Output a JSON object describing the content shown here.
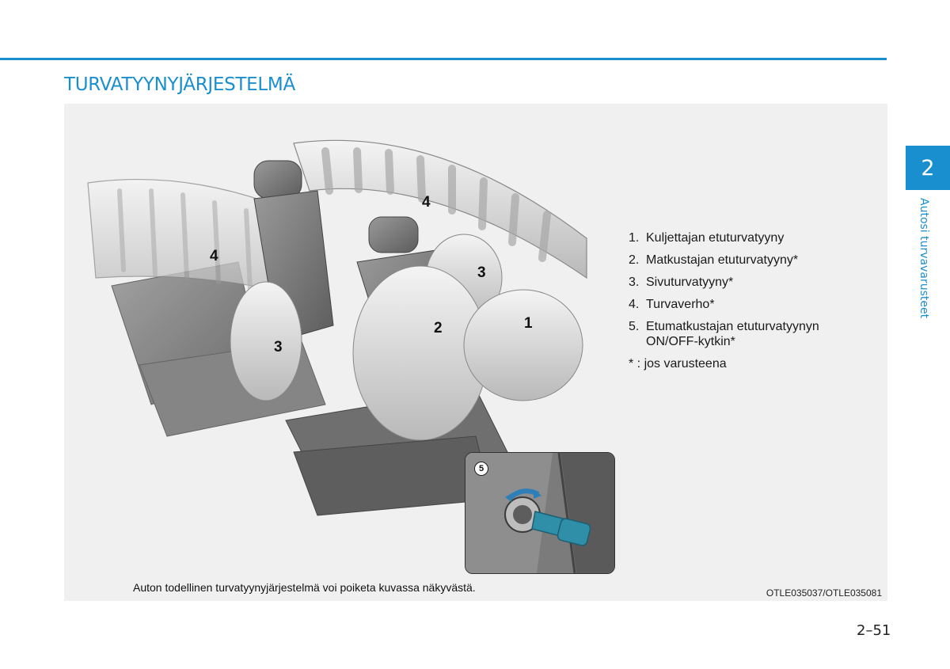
{
  "header": {
    "title": "TURVATYYNYJÄRJESTELMÄ",
    "accent_color": "#1a8fd0"
  },
  "chapter": {
    "number": "2",
    "label": "Autosi turvavarusteet"
  },
  "figure": {
    "callouts": [
      "1",
      "2",
      "3",
      "3",
      "4",
      "4",
      "5"
    ],
    "legend": [
      {
        "num": "1.",
        "text": "Kuljettajan etuturvatyyny"
      },
      {
        "num": "2.",
        "text": "Matkustajan etuturvatyyny*"
      },
      {
        "num": "3.",
        "text": "Sivuturvatyyny*"
      },
      {
        "num": "4.",
        "text": "Turvaverho*"
      },
      {
        "num": "5.",
        "text": "Etumatkustajan etuturvatyynyn ON/OFF-kytkin*"
      }
    ],
    "note": "* : jos varusteena",
    "caption": "Auton todellinen turvatyynyjärjestelmä voi poiketa kuvassa näkyvästä.",
    "image_code": "OTLE035037/OTLE035081",
    "inset_badge": "5"
  },
  "page": {
    "number": "2–51"
  }
}
